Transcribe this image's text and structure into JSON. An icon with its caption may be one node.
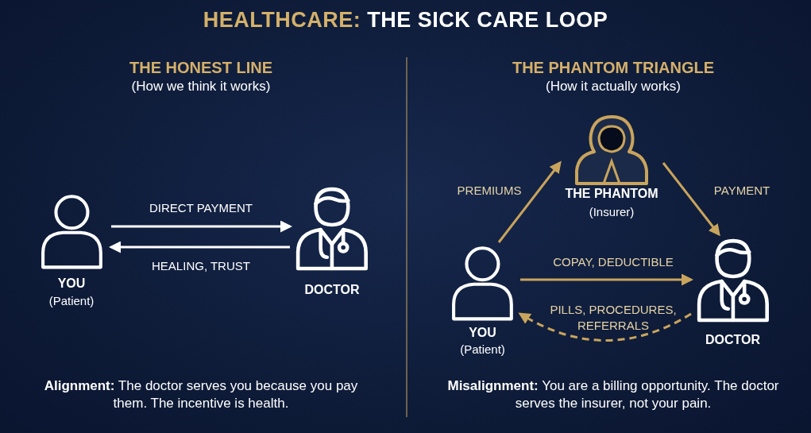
{
  "diagram": {
    "title": "HEALTHCARE: THE SICK CARE LOOP",
    "nodes": [
      {
        "text": [
          "YOU",
          "(Patient)"
        ]
      },
      {
        "text": [
          "DOCTOR"
        ]
      },
      {
        "text": [
          "THE PHANTOM",
          "(Insurer)"
        ]
      },
      {
        "text": [
          "YOU",
          "(Patient)"
        ]
      },
      {
        "text": [
          "DOCTOR"
        ]
      }
    ],
    "edges": [
      {
        "from": 0,
        "to": 1,
        "arrow": "to",
        "label": "DIRECT PAYMENT",
        "color": "#ffffff"
      },
      {
        "from": 1,
        "to": 0,
        "arrow": "to",
        "label": "HEALING, TRUST",
        "color": "#ffffff"
      },
      {
        "from": 3,
        "to": 2,
        "arrow": "to",
        "label": "PREMIUMS"
      },
      {
        "from": 2,
        "to": 4,
        "arrow": "to",
        "label": "PAYMENT"
      },
      {
        "from": 3,
        "to": 4,
        "arrow": "to",
        "label": "COPAY, DEDUCTIBLE"
      },
      {
        "from": 4,
        "to": 3,
        "arrow": "to",
        "label": "PILLS, PROCEDURES, REFERRALS",
        "style": "dashed"
      }
    ],
    "labels": [
      "THE HONEST LINE",
      "(How we think it works)",
      "THE PHANTOM TRIANGLE",
      "(How it actually works)",
      "**Alignment:** The doctor serves you because you pay them. The incentive is health.",
      "**Misalignment:** You are a billing opportunity. The doctor serves the insurer, not your pain."
    ]
  }
}
